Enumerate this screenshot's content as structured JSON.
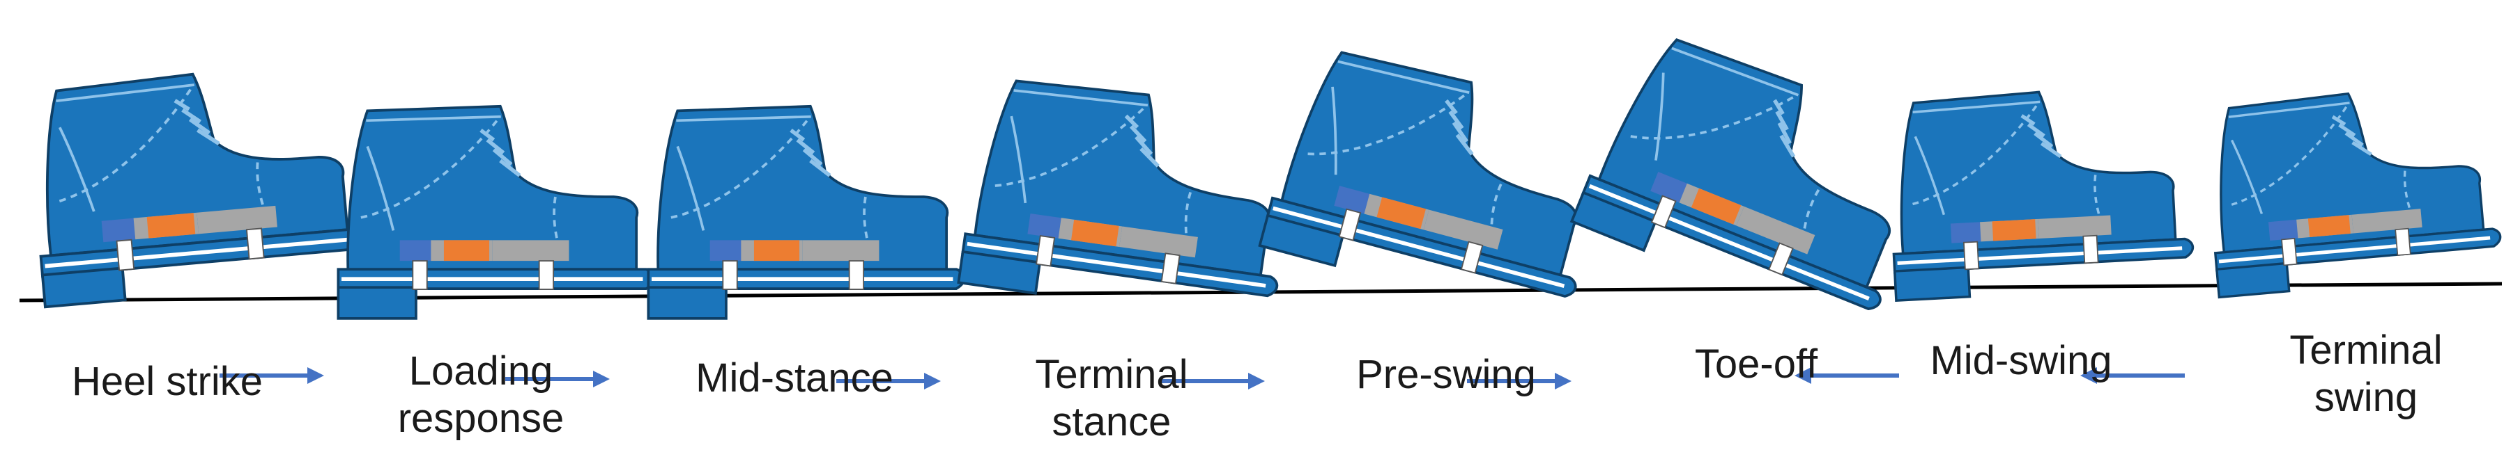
{
  "phases": [
    {
      "id": "heel-strike",
      "lines": [
        "Heel strike"
      ]
    },
    {
      "id": "loading-response",
      "lines": [
        "Loading",
        "response"
      ]
    },
    {
      "id": "mid-stance",
      "lines": [
        "Mid-stance"
      ]
    },
    {
      "id": "terminal-stance",
      "lines": [
        "Terminal",
        "stance"
      ]
    },
    {
      "id": "pre-swing",
      "lines": [
        "Pre-swing"
      ]
    },
    {
      "id": "toe-off",
      "lines": [
        "Toe-off"
      ]
    },
    {
      "id": "mid-swing",
      "lines": [
        "Mid-swing"
      ]
    },
    {
      "id": "terminal-swing",
      "lines": [
        "Terminal",
        "swing"
      ]
    }
  ],
  "arrows": [
    {
      "direction": "right"
    },
    {
      "direction": "right"
    },
    {
      "direction": "right"
    },
    {
      "direction": "right"
    },
    {
      "direction": "right"
    },
    {
      "direction": "left"
    },
    {
      "direction": "left"
    }
  ],
  "colors": {
    "boot": "#1b75bb",
    "boot_outline": "#0e3f66",
    "stitch": "#8fc3ea",
    "sole": "#1b75bb",
    "sole_stripe": "#ffffff",
    "sensor_gray": "#a6a6a6",
    "sensor_orange": "#ed7d31",
    "sensor_blue": "#4472c4",
    "arrow": "#4472c4",
    "ground": "#000000",
    "text": "#1a1a1a"
  }
}
